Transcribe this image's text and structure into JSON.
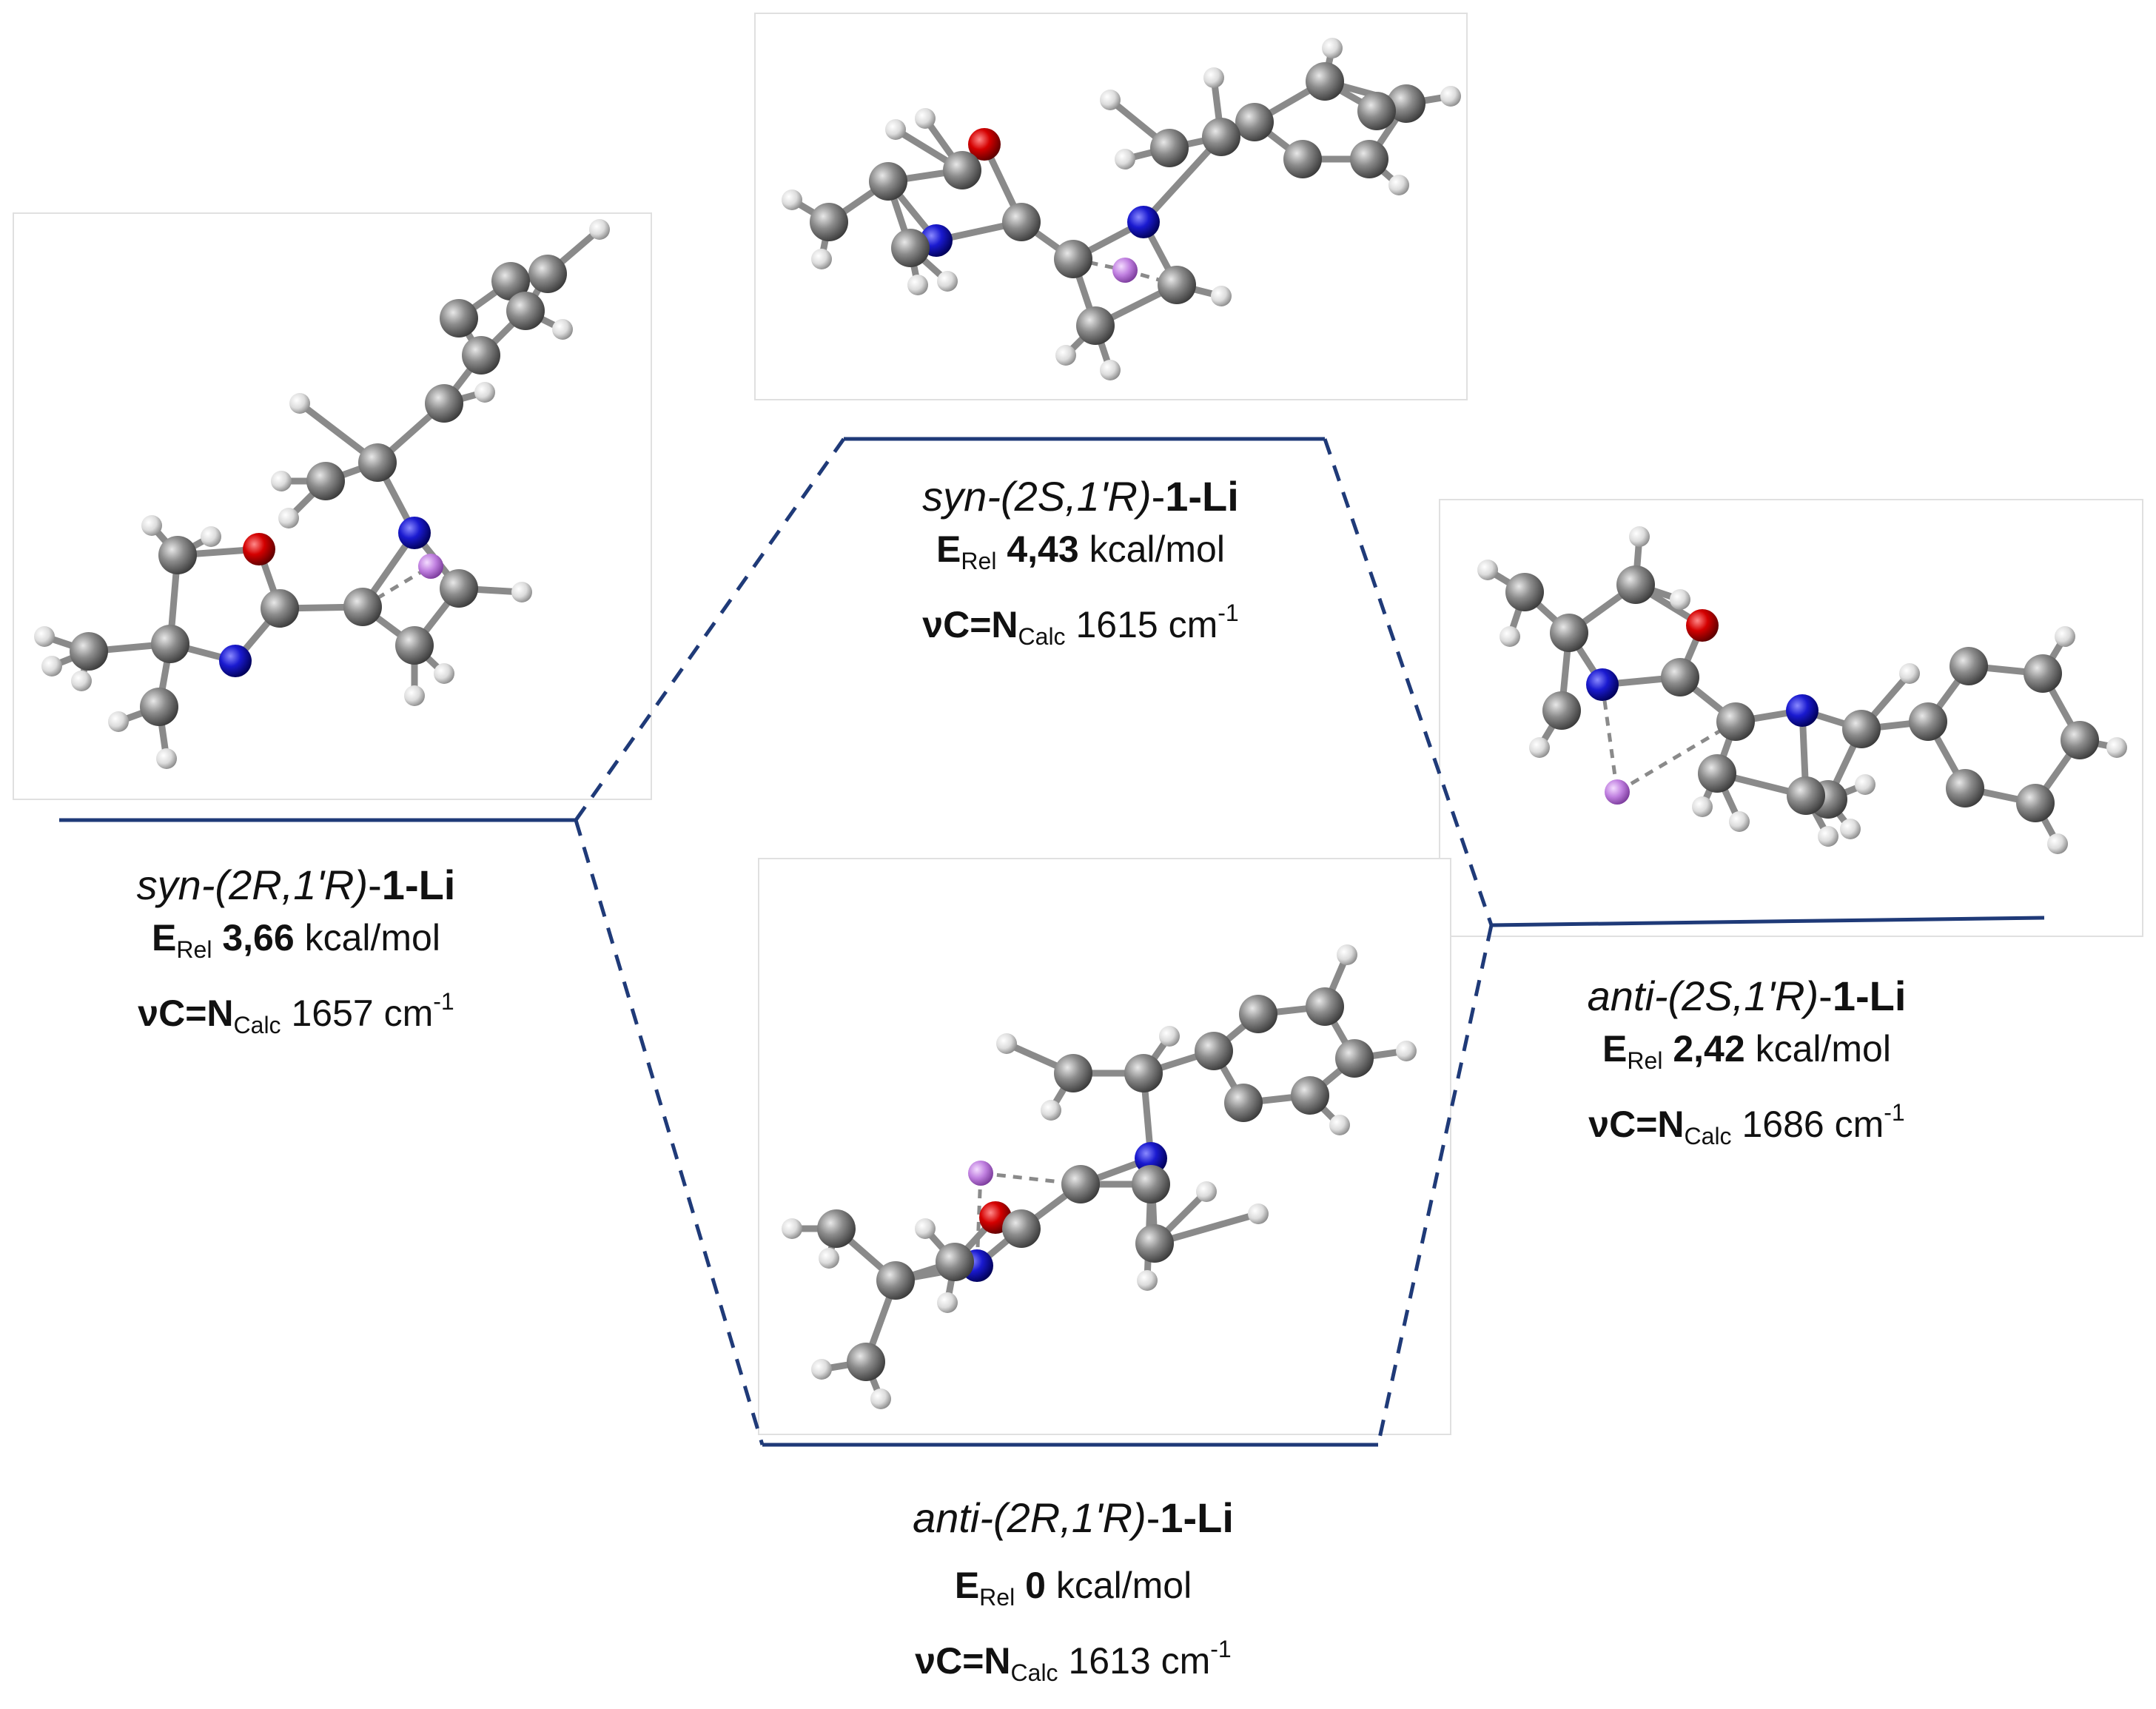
{
  "states": [
    {
      "id": "syn-2R-1R",
      "name_italic": "syn-(2R,1'R)",
      "name_sep": "-",
      "name_bold": "1-Li",
      "e_label": "E",
      "e_sub": "Rel",
      "e_value": "3,66",
      "e_unit": "kcal/mol",
      "nu_label": "νC=N",
      "nu_sub": "Calc",
      "nu_value": "1657 cm",
      "nu_sup": "-1"
    },
    {
      "id": "syn-2S-1R",
      "name_italic": "syn-(2S,1'R)",
      "name_sep": "-",
      "name_bold": "1-Li",
      "e_label": "E",
      "e_sub": "Rel",
      "e_value": "4,43",
      "e_unit": "kcal/mol",
      "nu_label": "νC=N",
      "nu_sub": "Calc",
      "nu_value": "1615 cm",
      "nu_sup": "-1"
    },
    {
      "id": "anti-2S-1R",
      "name_italic": "anti-(2S,1'R)",
      "name_sep": "-",
      "name_bold": "1-Li",
      "e_label": "E",
      "e_sub": "Rel",
      "e_value": "2,42",
      "e_unit": "kcal/mol",
      "nu_label": "νC=N",
      "nu_sub": "Calc",
      "nu_value": "1686 cm",
      "nu_sup": "-1"
    },
    {
      "id": "anti-2R-1R",
      "name_italic": "anti-(2R,1'R)",
      "name_sep": "-",
      "name_bold": "1-Li",
      "e_label": "E",
      "e_sub": "Rel",
      "e_value": "0",
      "e_unit": "kcal/mol",
      "nu_label": "νC=N",
      "nu_sub": "Calc",
      "nu_value": "1613 cm",
      "nu_sup": "-1"
    }
  ],
  "atom_colors": {
    "carbon": "#8c8c8c",
    "hydrogen": "#e6e6e6",
    "oxygen": "#d40000",
    "nitrogen": "#1a1ad0",
    "lithium": "#c080e0"
  },
  "line_color": "#1f3a78"
}
